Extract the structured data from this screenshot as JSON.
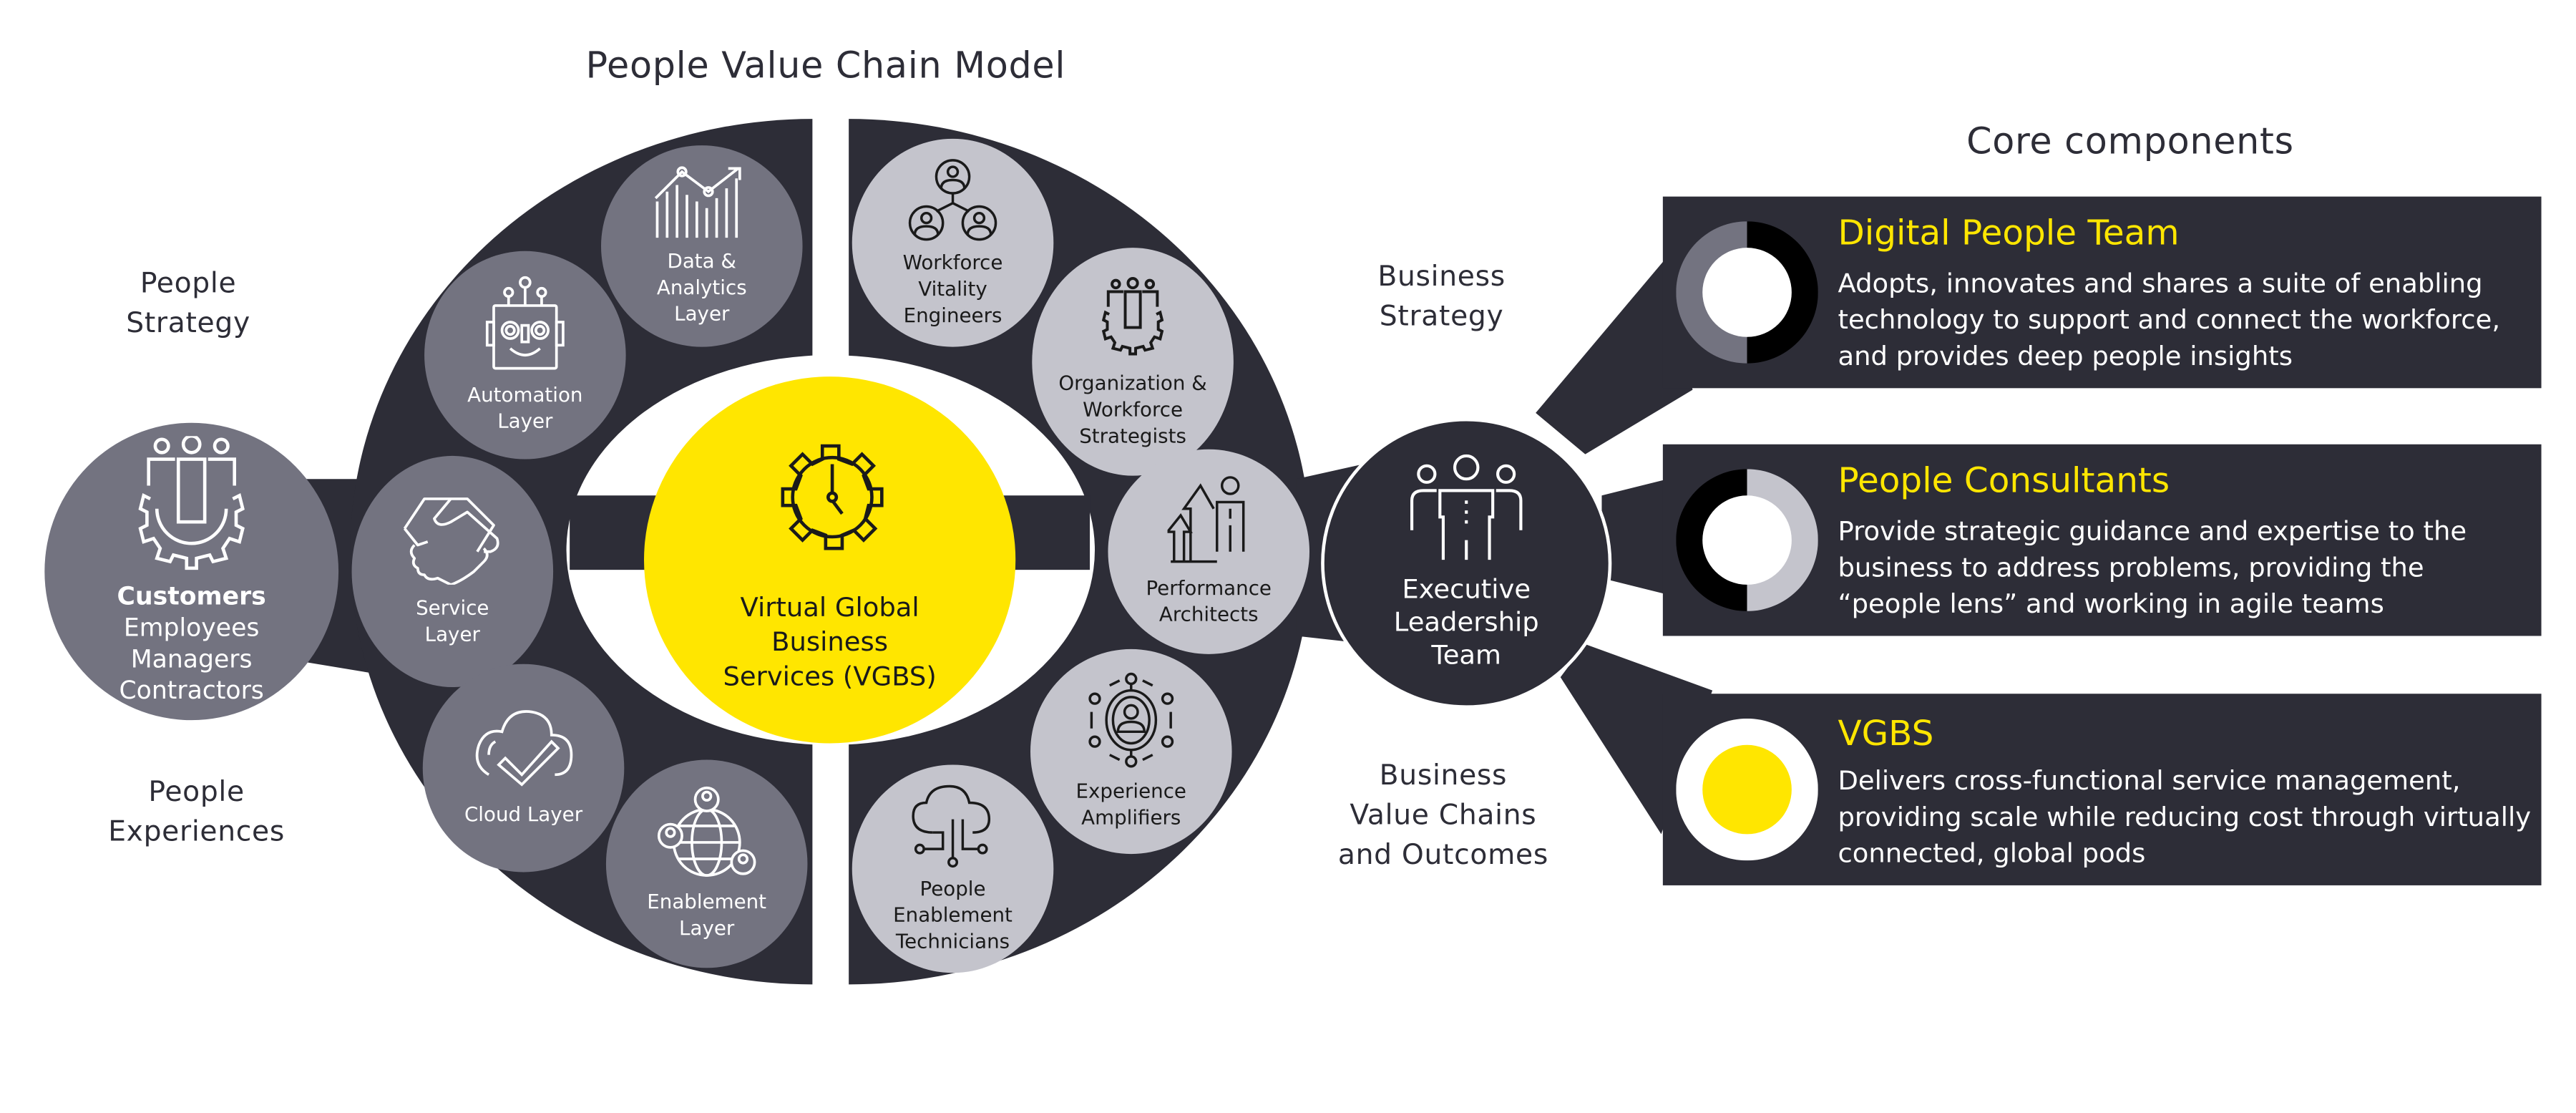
{
  "title": "People Value Chain Model",
  "core_title": "Core components",
  "colors": {
    "dark": "#2d2d37",
    "mid_gray": "#737380",
    "light_gray": "#c4c4cc",
    "yellow": "#ffe600",
    "white": "#ffffff"
  },
  "side_labels": {
    "people_strategy": [
      "People",
      "Strategy"
    ],
    "people_experiences": [
      "People",
      "Experiences"
    ],
    "business_strategy": [
      "Business",
      "Strategy"
    ],
    "business_value": [
      "Business",
      "Value Chains",
      "and Outcomes"
    ]
  },
  "customers": {
    "icon": "people-gear-icon",
    "lines": [
      "Customers",
      "Employees",
      "Managers",
      "Contractors"
    ]
  },
  "left_layers": [
    {
      "icon": "analytics-chart-icon",
      "lines": [
        "Data &",
        "Analytics",
        "Layer"
      ]
    },
    {
      "icon": "robot-icon",
      "lines": [
        "Automation",
        "Layer"
      ]
    },
    {
      "icon": "handshake-icon",
      "lines": [
        "Service",
        "Layer"
      ]
    },
    {
      "icon": "cloud-check-icon",
      "lines": [
        "Cloud Layer"
      ]
    },
    {
      "icon": "globe-people-icon",
      "lines": [
        "Enablement",
        "Layer"
      ]
    }
  ],
  "right_roles": [
    {
      "icon": "connected-people-icon",
      "lines": [
        "Workforce",
        "Vitality",
        "Engineers"
      ]
    },
    {
      "icon": "people-gear-icon",
      "lines": [
        "Organization &",
        "Workforce",
        "Strategists"
      ]
    },
    {
      "icon": "growth-person-icon",
      "lines": [
        "Performance",
        "Architects"
      ]
    },
    {
      "icon": "person-network-icon",
      "lines": [
        "Experience",
        "Amplifiers"
      ]
    },
    {
      "icon": "cloud-circuit-icon",
      "lines": [
        "People",
        "Enablement",
        "Technicians"
      ]
    }
  ],
  "center": {
    "icon": "gear-clock-icon",
    "lines": [
      "Virtual Global",
      "Business",
      "Services (VGBS)"
    ]
  },
  "executive": {
    "icon": "leadership-team-icon",
    "lines": [
      "Executive",
      "Leadership",
      "Team"
    ]
  },
  "cards": [
    {
      "title": "Digital People Team",
      "body": "Adopts, innovates and shares a suite of enabling technology to support and connect the workforce, and provides deep people insights",
      "ring": "half-mid-gray-half-black"
    },
    {
      "title": "People Consultants",
      "body": "Provide strategic guidance and expertise to the business to address problems, providing the “people lens” and working in agile teams",
      "ring": "half-black-half-light-gray"
    },
    {
      "title": "VGBS",
      "body": "Delivers cross-functional service management, providing scale while reducing cost through virtually connected, global pods",
      "ring": "white-ring-yellow-center"
    }
  ]
}
